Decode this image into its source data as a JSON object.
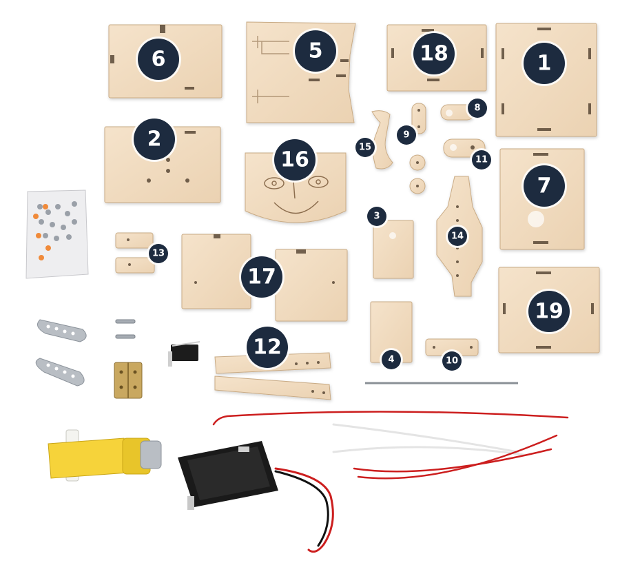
{
  "image": {
    "subject": "wooden laser-cut robot kit parts flat lay",
    "badge_color": "#1d2b3f",
    "wood_color": "#f1dcc0",
    "wire_red": "#cc1e1e"
  },
  "labels": [
    "1",
    "2",
    "3",
    "4",
    "5",
    "6",
    "7",
    "8",
    "9",
    "10",
    "11",
    "12",
    "13",
    "14",
    "15",
    "16",
    "17",
    "18",
    "19"
  ]
}
